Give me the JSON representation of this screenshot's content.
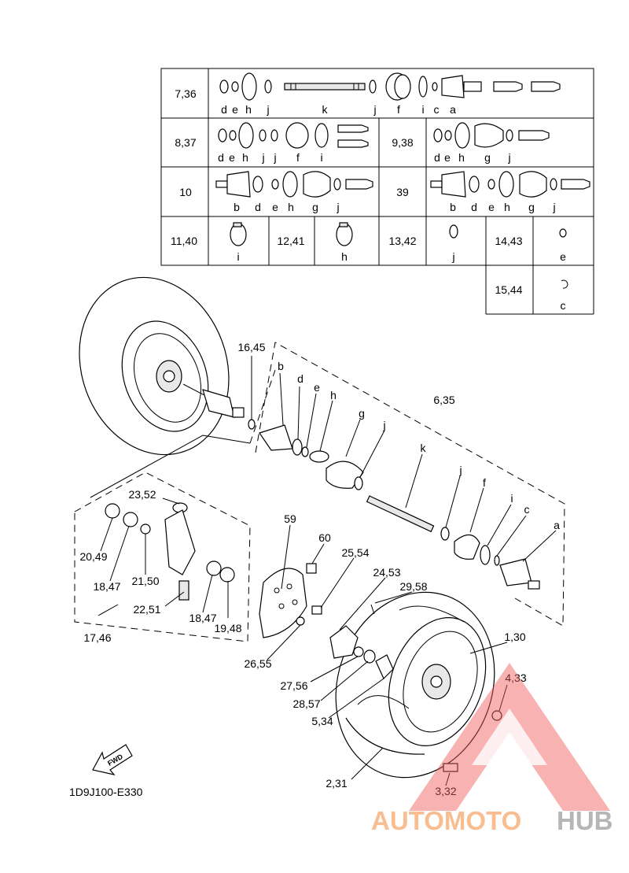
{
  "diagram_code": "1D9J100-E330",
  "fwd_label": "FWD",
  "watermark": {
    "part1": "AUTOMOTO",
    "part2": "HUB",
    "color1": "#f7b27d",
    "color2": "#aaaaaa",
    "triangle_color": "#f05a5a"
  },
  "table": {
    "row1": {
      "key": "7,36",
      "letters": [
        "d",
        "e",
        "h",
        "j",
        "k",
        "j",
        "f",
        "i",
        "c",
        "a"
      ]
    },
    "row2": {
      "left_key": "8,37",
      "left_letters": [
        "d",
        "e",
        "h",
        "j",
        "j",
        "f",
        "i"
      ],
      "right_key": "9,38",
      "right_letters": [
        "d",
        "e",
        "h",
        "g",
        "j"
      ]
    },
    "row3": {
      "left_key": "10",
      "left_letters": [
        "b",
        "d",
        "e",
        "h",
        "g",
        "j"
      ],
      "right_key": "39",
      "right_letters": [
        "b",
        "d",
        "e",
        "h",
        "g",
        "j"
      ]
    },
    "row4": {
      "cells": [
        {
          "key": "11,40",
          "letter": "i"
        },
        {
          "key": "12,41",
          "letter": "h"
        },
        {
          "key": "13,42",
          "letter": "j"
        },
        {
          "key": "14,43",
          "letter": "e"
        }
      ]
    },
    "row5": {
      "key": "15,44",
      "letter": "c"
    }
  },
  "callouts": {
    "c16_45": "16,45",
    "b": "b",
    "d": "d",
    "e": "e",
    "h": "h",
    "g": "g",
    "j1": "j",
    "c6_35": "6,35",
    "k": "k",
    "j2": "j",
    "f": "f",
    "i": "i",
    "c": "c",
    "a": "a",
    "c23_52": "23,52",
    "c59": "59",
    "c60": "60",
    "c25_54": "25,54",
    "c24_53": "24,53",
    "c29_58": "29,58",
    "c20_49": "20,49",
    "c18_47a": "18,47",
    "c21_50": "21,50",
    "c22_51": "22,51",
    "c18_47b": "18,47",
    "c19_48": "19,48",
    "c17_46": "17,46",
    "c26_55": "26,55",
    "c1_30": "1,30",
    "c27_56": "27,56",
    "c28_57": "28,57",
    "c5_34": "5,34",
    "c4_33": "4,33",
    "c2_31": "2,31",
    "c3_32": "3,32"
  }
}
